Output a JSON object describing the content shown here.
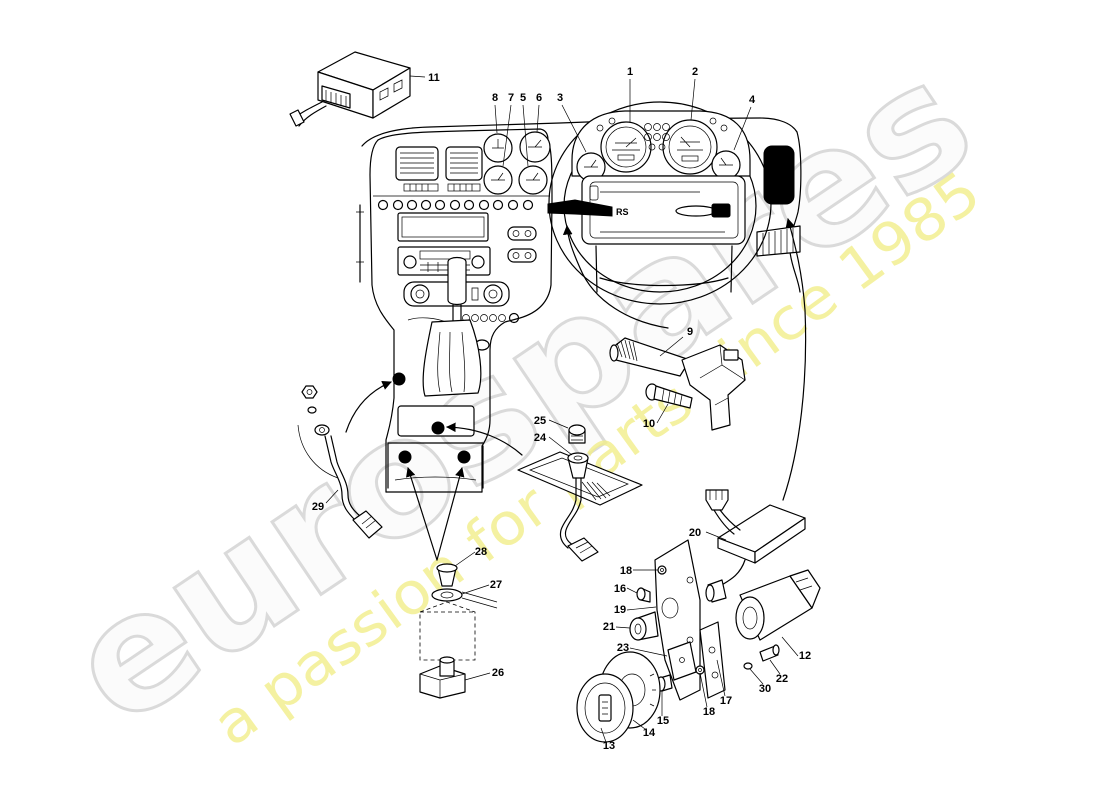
{
  "watermark": {
    "brand": "eurospares",
    "tagline": "a passion for parts since 1985"
  },
  "diagram": {
    "airbag_badge_text": "RS",
    "labels": {
      "p1": "1",
      "p2": "2",
      "p3": "3",
      "p4": "4",
      "p5": "5",
      "p6": "6",
      "p7": "7",
      "p8": "8",
      "p9": "9",
      "p10": "10",
      "p11": "11",
      "p12": "12",
      "p13": "13",
      "p14": "14",
      "p15": "15",
      "p16": "16",
      "p17": "17",
      "p18a": "18",
      "p18b": "18",
      "p19": "19",
      "p20": "20",
      "p21": "21",
      "p22": "22",
      "p23": "23",
      "p24": "24",
      "p25": "25",
      "p26": "26",
      "p27": "27",
      "p28": "28",
      "p29": "29",
      "p30": "30"
    }
  },
  "colors": {
    "line": "#000000",
    "background": "#ffffff",
    "watermark_outline": "#d6d6d6",
    "tagline": "#f2ee8a"
  }
}
